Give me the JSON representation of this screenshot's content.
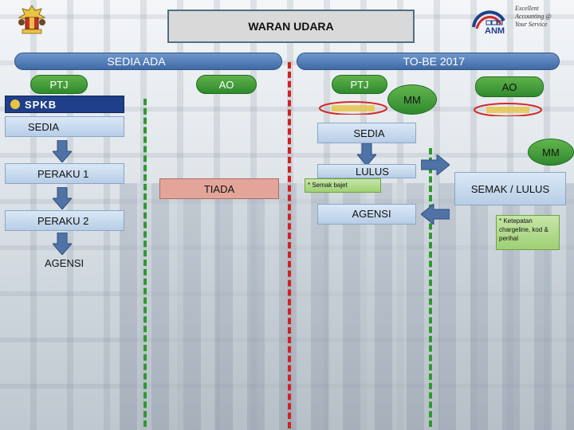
{
  "title": "WARAN UDARA",
  "logo_right": {
    "acronym": "ANM",
    "tagline": [
      "Excellent",
      "Accounting @",
      "Your Service"
    ]
  },
  "sections": {
    "left": "SEDIA ADA",
    "right": "TO-BE 2017"
  },
  "left": {
    "ptj": "PTJ",
    "ao": "AO",
    "logo": "SPKB",
    "steps": [
      "SEDIA",
      "PERAKU 1",
      "PERAKU 2",
      "AGENSI"
    ],
    "ao_status": "TIADA"
  },
  "right": {
    "ptj": "PTJ",
    "ao": "AO",
    "mm_top": "MM",
    "mm_side": "MM",
    "steps": [
      "SEDIA",
      "LULUS",
      "AGENSI"
    ],
    "note": "* Semak bajet",
    "mm_action": "SEMAK / LULUS",
    "mm_note": "* Ketepatan chargeline, kod & perihal"
  },
  "colors": {
    "bar": "#3f6aa6",
    "pill": "#2f8a2d",
    "dash_red": "#d61f1f",
    "dash_green": "#2e9a2e",
    "box_blue": "#c9dbee",
    "box_red": "#e3a59a",
    "box_green": "#b7dc92"
  }
}
